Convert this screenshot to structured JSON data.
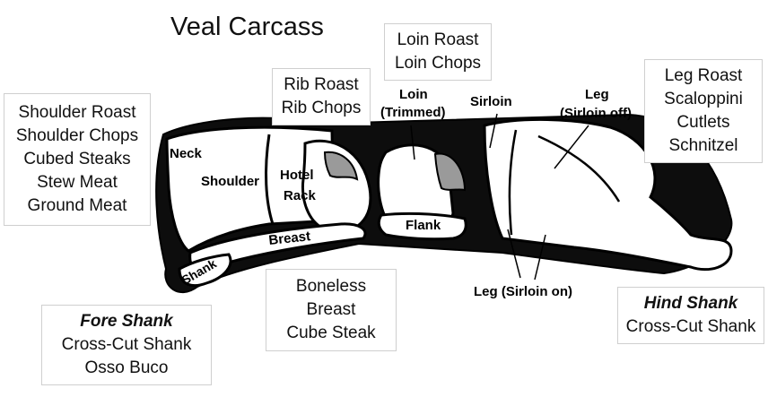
{
  "title": "Veal Carcass",
  "boxes": {
    "shoulder": [
      "Shoulder Roast",
      "Shoulder Chops",
      "Cubed Steaks",
      "Stew Meat",
      "Ground Meat"
    ],
    "rib": [
      "Rib Roast",
      "Rib Chops"
    ],
    "loin": [
      "Loin Roast",
      "Loin Chops"
    ],
    "leg": [
      "Leg Roast",
      "Scaloppini",
      "Cutlets",
      "Schnitzel"
    ],
    "breast": [
      "Boneless",
      "Breast",
      "Cube Steak"
    ],
    "fore_shank": {
      "heading": "Fore Shank",
      "items": [
        "Cross-Cut Shank",
        "Osso Buco"
      ]
    },
    "hind_shank": {
      "heading": "Hind Shank",
      "items": [
        "Cross-Cut Shank"
      ]
    }
  },
  "parts": {
    "neck": "Neck",
    "shoulder": "Shoulder",
    "hotel": "Hotel",
    "rack": "Rack",
    "breast": "Breast",
    "shank": "Shank",
    "loin": "Loin",
    "loin_trimmed": "(Trimmed)",
    "flank": "Flank",
    "sirloin": "Sirloin",
    "leg": "Leg",
    "leg_sirloin_off": "(Sirloin off)",
    "leg_sirloin_on": "Leg (Sirloin on)"
  }
}
